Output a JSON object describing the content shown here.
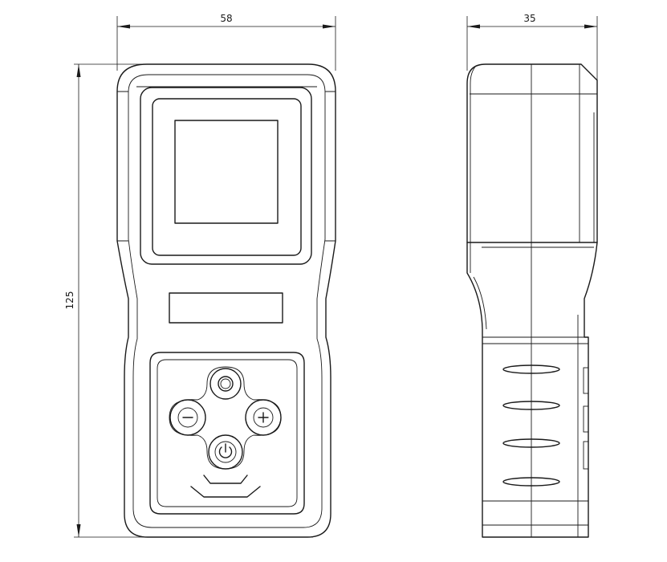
{
  "front_view": {
    "width_dimension": "58",
    "height_dimension": "125",
    "buttons": [
      {
        "name": "ok-button",
        "icon": "circle-icon"
      },
      {
        "name": "minus-button",
        "icon": "minus-icon"
      },
      {
        "name": "plus-button",
        "icon": "plus-icon"
      },
      {
        "name": "power-button",
        "icon": "power-icon"
      }
    ]
  },
  "side_view": {
    "depth_dimension": "35"
  }
}
